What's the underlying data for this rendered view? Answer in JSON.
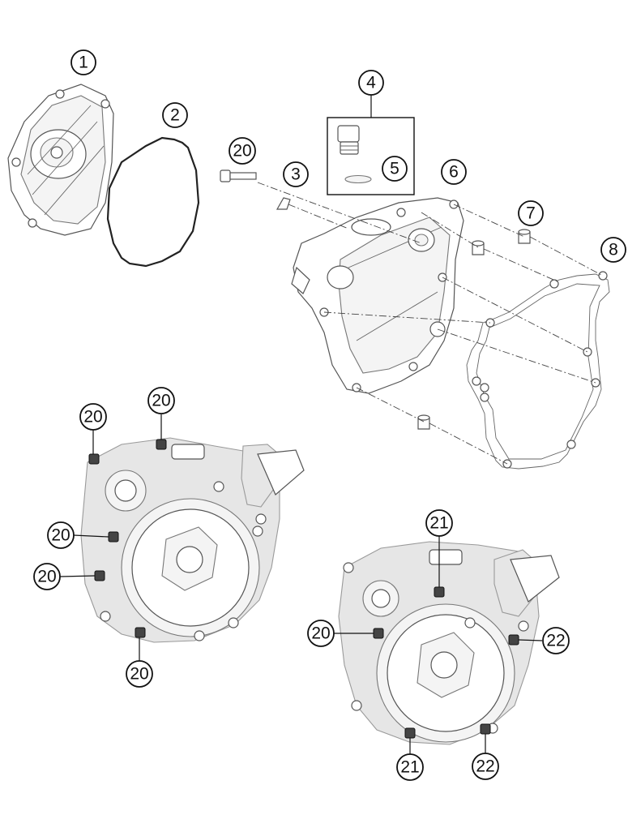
{
  "diagram": {
    "callouts": [
      {
        "key": "c1",
        "label": "1"
      },
      {
        "key": "c2",
        "label": "2"
      },
      {
        "key": "c3",
        "label": "3"
      },
      {
        "key": "c4",
        "label": "4"
      },
      {
        "key": "c5",
        "label": "5"
      },
      {
        "key": "c6",
        "label": "6"
      },
      {
        "key": "c7",
        "label": "7"
      },
      {
        "key": "c8",
        "label": "8"
      },
      {
        "key": "c20a",
        "label": "20"
      },
      {
        "key": "c20b",
        "label": "20"
      },
      {
        "key": "c20c",
        "label": "20"
      },
      {
        "key": "c20d",
        "label": "20"
      },
      {
        "key": "c20e",
        "label": "20"
      },
      {
        "key": "c20f",
        "label": "20"
      },
      {
        "key": "c20g",
        "label": "20"
      },
      {
        "key": "c21a",
        "label": "21"
      },
      {
        "key": "c21b",
        "label": "21"
      },
      {
        "key": "c22a",
        "label": "22"
      },
      {
        "key": "c22b",
        "label": "22"
      }
    ]
  }
}
